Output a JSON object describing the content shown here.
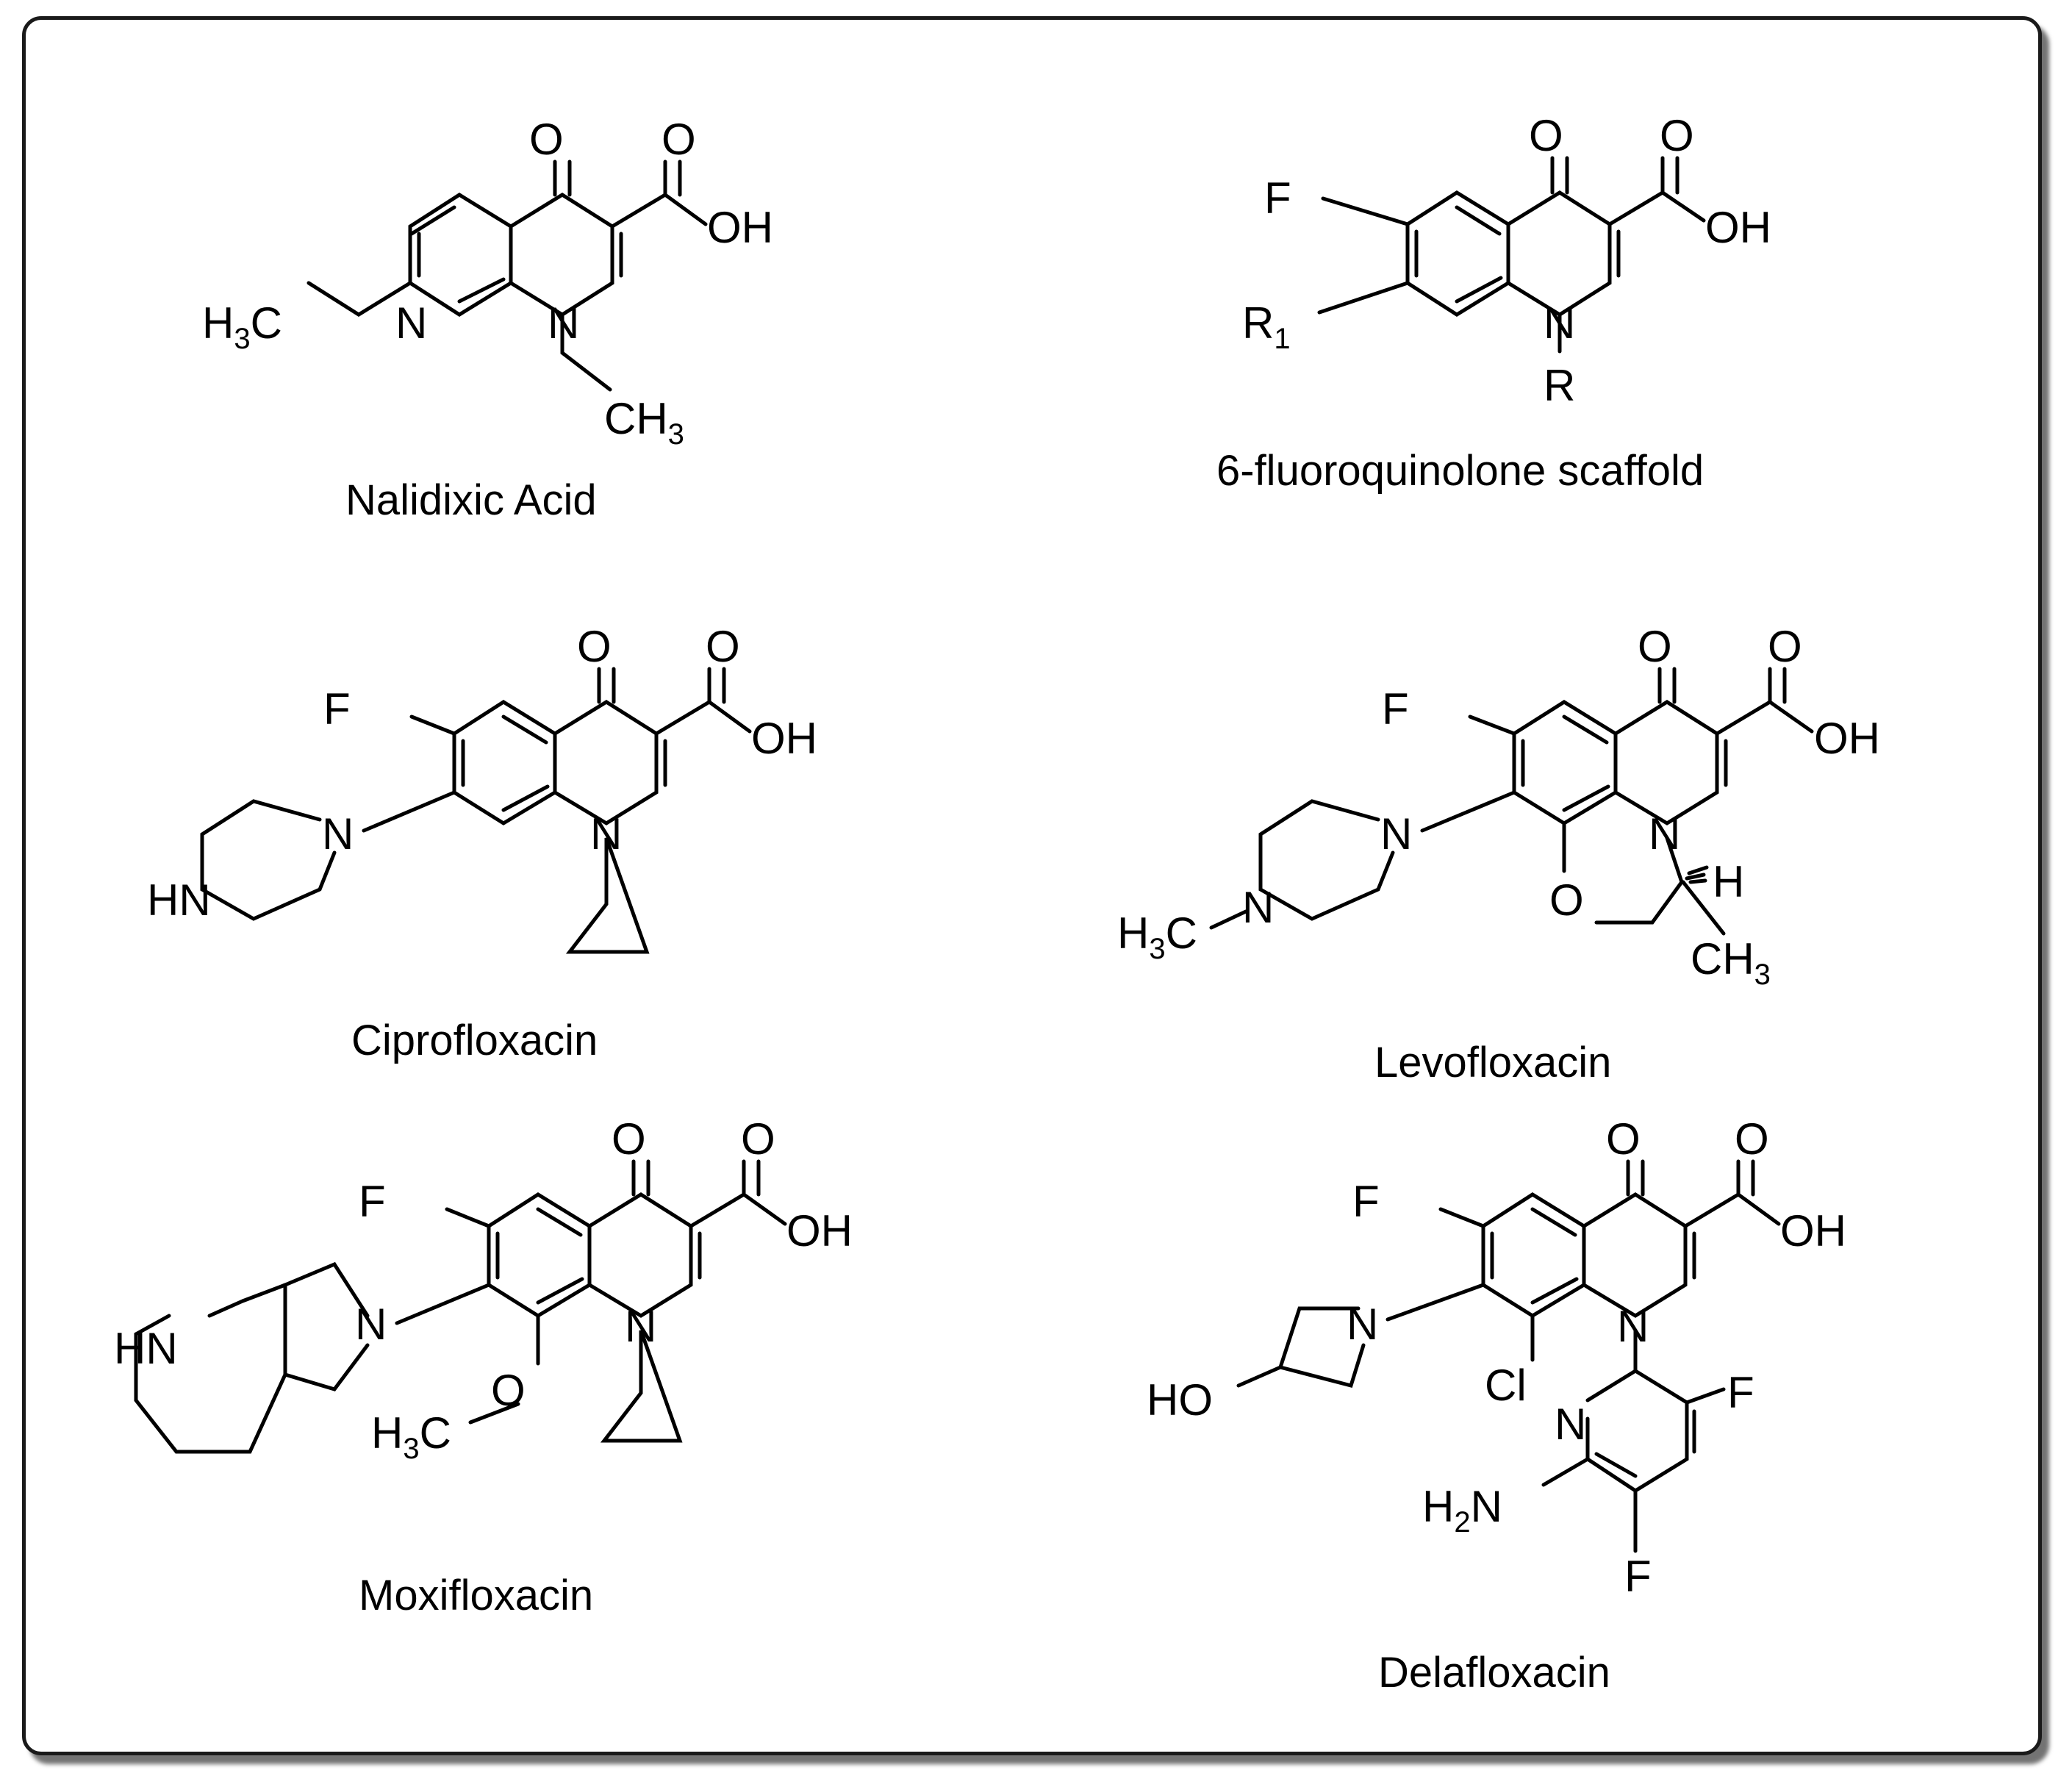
{
  "panel": {
    "compounds": [
      {
        "id": "nalidixic",
        "name": "Nalidixic Acid"
      },
      {
        "id": "scaffold",
        "name": "6-fluoroquinolone scaffold"
      },
      {
        "id": "cipro",
        "name": "Ciprofloxacin"
      },
      {
        "id": "levo",
        "name": "Levofloxacin"
      },
      {
        "id": "moxi",
        "name": "Moxifloxacin"
      },
      {
        "id": "dela",
        "name": "Delafloxacin"
      }
    ]
  },
  "labels": {
    "O": "O",
    "OH": "OH",
    "N": "N",
    "F": "F",
    "R": "R",
    "R1": "R",
    "sub1": "1",
    "H3C": "H",
    "sub3": "3",
    "C": "C",
    "CH": "CH",
    "HN": "HN",
    "NH": "HN",
    "H": "H",
    "Cl": "Cl",
    "HO": "HO",
    "H2N": "H",
    "sub2": "2"
  }
}
